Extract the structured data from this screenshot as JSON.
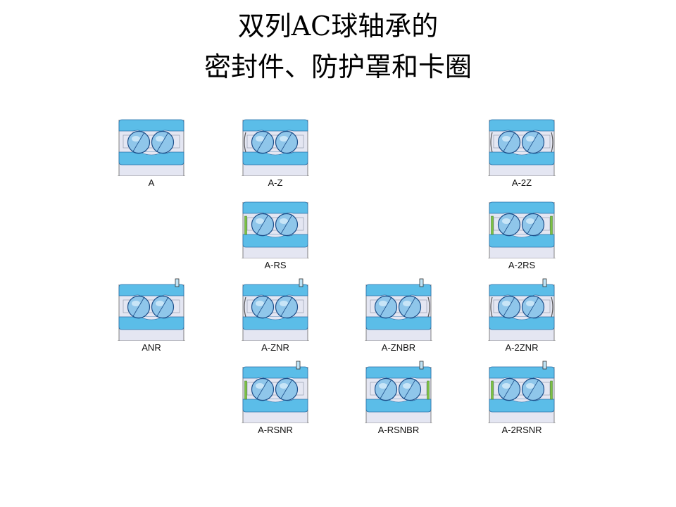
{
  "title": {
    "line1": "双列AC球轴承的",
    "line2": "密封件、防护罩和卡圈"
  },
  "colors": {
    "ring": "#5bbde8",
    "ball": "#8fc6ea",
    "bore": "#e4e6f2",
    "seal": "#7dc242",
    "shield": "#9aa3b0"
  },
  "bearings": [
    {
      "label": "A",
      "row": 0,
      "col": 0
    },
    {
      "label": "A-Z",
      "row": 0,
      "col": 1
    },
    {
      "label": "A-2Z",
      "row": 0,
      "col": 3
    },
    {
      "label": "A-RS",
      "row": 1,
      "col": 1
    },
    {
      "label": "A-2RS",
      "row": 1,
      "col": 3
    },
    {
      "label": "ANR",
      "row": 2,
      "col": 0
    },
    {
      "label": "A-ZNR",
      "row": 2,
      "col": 1
    },
    {
      "label": "A-ZNBR",
      "row": 2,
      "col": 2
    },
    {
      "label": "A-2ZNR",
      "row": 2,
      "col": 3
    },
    {
      "label": "A-RSNR",
      "row": 3,
      "col": 1
    },
    {
      "label": "A-RSNBR",
      "row": 3,
      "col": 2
    },
    {
      "label": "A-2RSNR",
      "row": 3,
      "col": 3
    }
  ]
}
